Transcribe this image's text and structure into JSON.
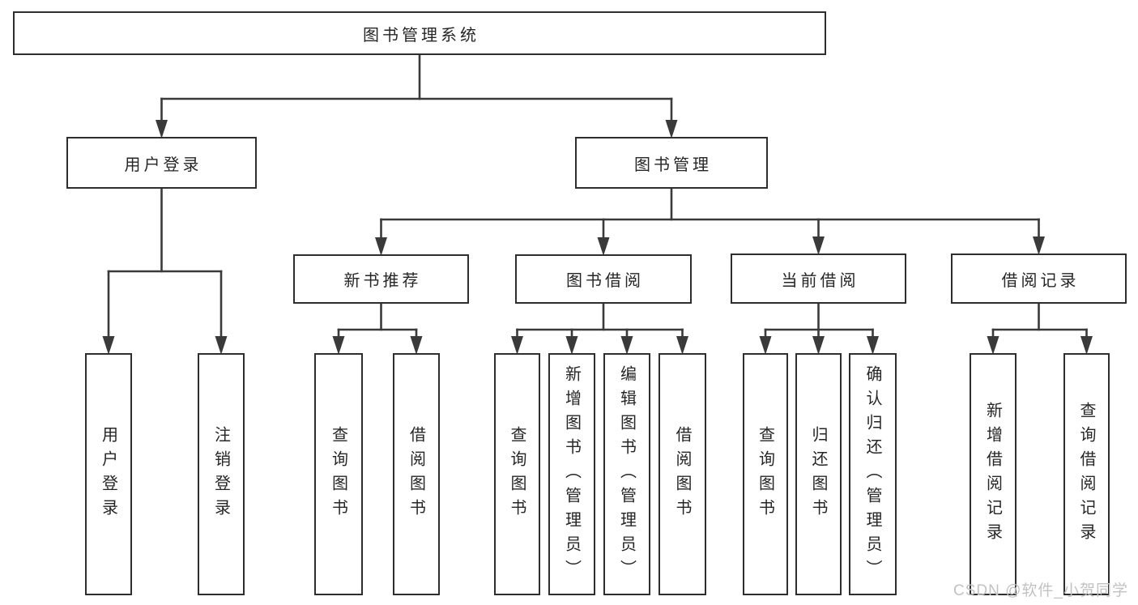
{
  "diagram": {
    "title": "图书管理系统",
    "nodes": [
      {
        "id": "root",
        "label": "图书管理系统",
        "vertical": false
      },
      {
        "id": "user-login",
        "label": "用户登录",
        "vertical": false
      },
      {
        "id": "book-mgmt",
        "label": "图书管理",
        "vertical": false
      },
      {
        "id": "new-book",
        "label": "新书推荐",
        "vertical": false
      },
      {
        "id": "book-borrow",
        "label": "图书借阅",
        "vertical": false
      },
      {
        "id": "current-borrow",
        "label": "当前借阅",
        "vertical": false
      },
      {
        "id": "borrow-record",
        "label": "借阅记录",
        "vertical": false
      },
      {
        "id": "ul-user-login",
        "label": "用户登录",
        "vertical": true
      },
      {
        "id": "ul-logout",
        "label": "注销登录",
        "vertical": true
      },
      {
        "id": "nb-query",
        "label": "查询图书",
        "vertical": true
      },
      {
        "id": "nb-borrow",
        "label": "借阅图书",
        "vertical": true
      },
      {
        "id": "bb-query",
        "label": "查询图书",
        "vertical": true
      },
      {
        "id": "bb-add",
        "label": "新增图书（管理员）",
        "vertical": true
      },
      {
        "id": "bb-edit",
        "label": "编辑图书（管理员）",
        "vertical": true
      },
      {
        "id": "bb-borrow",
        "label": "借阅图书",
        "vertical": true
      },
      {
        "id": "cb-query",
        "label": "查询图书",
        "vertical": true
      },
      {
        "id": "cb-return",
        "label": "归还图书",
        "vertical": true
      },
      {
        "id": "cb-confirm",
        "label": "确认归还（管理员）",
        "vertical": true
      },
      {
        "id": "br-add",
        "label": "新增借阅记录",
        "vertical": true
      },
      {
        "id": "br-query",
        "label": "查询借阅记录",
        "vertical": true
      }
    ],
    "edges": [
      {
        "from": "root",
        "to": [
          "user-login",
          "book-mgmt"
        ]
      },
      {
        "from": "user-login",
        "to": [
          "ul-user-login",
          "ul-logout"
        ]
      },
      {
        "from": "book-mgmt",
        "to": [
          "new-book",
          "book-borrow",
          "current-borrow",
          "borrow-record"
        ]
      },
      {
        "from": "new-book",
        "to": [
          "nb-query",
          "nb-borrow"
        ]
      },
      {
        "from": "book-borrow",
        "to": [
          "bb-query",
          "bb-add",
          "bb-edit",
          "bb-borrow"
        ]
      },
      {
        "from": "current-borrow",
        "to": [
          "cb-query",
          "cb-return",
          "cb-confirm"
        ]
      },
      {
        "from": "borrow-record",
        "to": [
          "br-add",
          "br-query"
        ]
      }
    ]
  },
  "watermark": {
    "text": "CSDN @软件_小贺同学"
  },
  "colors": {
    "line": "#3a3a3a",
    "border": "#2e2e2e",
    "text": "#262626",
    "background": "#ffffff",
    "watermark": "#c2c2c2"
  }
}
